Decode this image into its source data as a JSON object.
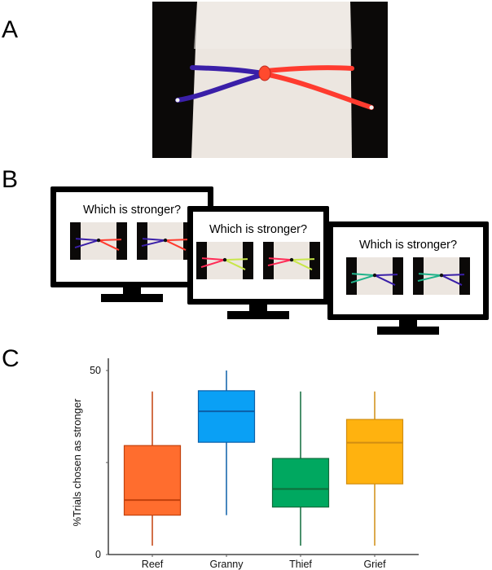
{
  "panels": {
    "a": {
      "letter": "A",
      "description": "Photograph of a knot tied with purple and red cord around a white cloth-wrapped cylinder"
    },
    "b": {
      "letter": "B",
      "monitors": [
        {
          "prompt": "Which is stronger?",
          "rope_colors": [
            "#3a1fa8",
            "#ff3b2f"
          ]
        },
        {
          "prompt": "Which is stronger?",
          "rope_colors": [
            "#ff2a55",
            "#c8e64a"
          ]
        },
        {
          "prompt": "Which is stronger?",
          "rope_colors": [
            "#1fb38a",
            "#3a1fa8"
          ]
        }
      ]
    },
    "c": {
      "letter": "C"
    }
  },
  "chart_data": {
    "type": "boxplot",
    "title": "",
    "xlabel": "",
    "ylabel": "%Trials chosen as stronger",
    "ylim": [
      0,
      50
    ],
    "yticks": [
      0,
      25,
      50
    ],
    "ytick_labels": [
      "0",
      "",
      "50"
    ],
    "categories": [
      "Reef",
      "Granny",
      "Thief",
      "Grief"
    ],
    "series": [
      {
        "name": "Reef",
        "whisker_low": 2.4,
        "q1": 10.7,
        "median": 14.8,
        "q3": 29.6,
        "whisker_high": 44.3,
        "fill": "#ff6d2e",
        "stroke": "#c2410c"
      },
      {
        "name": "Granny",
        "whisker_low": 10.7,
        "q1": 30.5,
        "median": 38.9,
        "q3": 44.5,
        "whisker_high": 50.0,
        "fill": "#0aa0f5",
        "stroke": "#0b5fa8"
      },
      {
        "name": "Thief",
        "whisker_low": 2.4,
        "q1": 12.9,
        "median": 17.8,
        "q3": 26.1,
        "whisker_high": 44.3,
        "fill": "#00a860",
        "stroke": "#0f6b3a"
      },
      {
        "name": "Grief",
        "whisker_low": 2.4,
        "q1": 19.2,
        "median": 30.4,
        "q3": 36.7,
        "whisker_high": 44.3,
        "fill": "#ffb20f",
        "stroke": "#d18d12"
      }
    ],
    "grid": false,
    "legend": "none"
  }
}
